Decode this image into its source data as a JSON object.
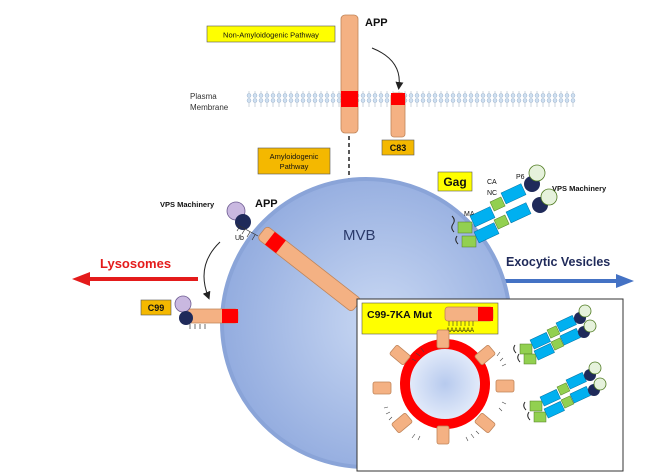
{
  "labels": {
    "app_top": "APP",
    "app_mvb": "APP",
    "non_amyloidogenic": "Non-Amyloidogenic Pathway",
    "plasma": "Plasma",
    "membrane": "Membrane",
    "c83": "C83",
    "amyloidogenic_1": "Amyloidogenic",
    "amyloidogenic_2": "Pathway",
    "gag": "Gag",
    "ca": "CA",
    "nc": "NC",
    "p6": "P6",
    "ma": "MA",
    "vps_right": "VPS Machinery",
    "vps_left": "VPS Machinery",
    "ub": "Ub",
    "mvb": "MVB",
    "lysosomes": "Lysosomes",
    "exocytic": "Exocytic Vesicles",
    "c99": "C99",
    "c99_mut": "C99-7KA Mut",
    "aaaaaaa": "AAAAAAA"
  },
  "colors": {
    "app_body": "#f4b183",
    "app_cut": "#ff0000",
    "mvb_fill": "#9db5e5",
    "yellow_box": "#ffff00",
    "orange_box": "#f4b800",
    "lysosome_arrow": "#e41b1b",
    "exocytic_arrow": "#4472c4",
    "gag_green": "#92d050",
    "gag_blue": "#00b0f0",
    "dark_navy": "#1f2a5a",
    "ub_lavender": "#c9b8e0"
  }
}
